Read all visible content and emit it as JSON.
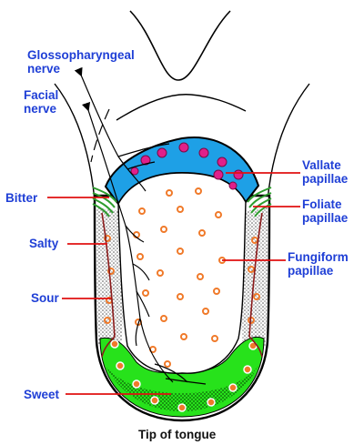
{
  "labels": {
    "glossopharyngeal_line1": "Glossopharyngeal",
    "glossopharyngeal_line2": "nerve",
    "facial_line1": "Facial",
    "facial_line2": "nerve",
    "bitter": "Bitter",
    "salty": "Salty",
    "sour": "Sour",
    "sweet": "Sweet",
    "vallate_line1": "Vallate",
    "vallate_line2": "papillae",
    "foliate_line1": "Foliate",
    "foliate_line2": "papillae",
    "fungiform_line1": "Fungiform",
    "fungiform_line2": "papillae",
    "tip": "Tip of tongue"
  },
  "colors": {
    "label_text": "#1f3fd6",
    "tip_text": "#111111",
    "leader_line": "#e01010",
    "outline": "#000000",
    "bitter_region": "#1ea0e6",
    "vallate_papillae": "#e0208a",
    "sweet_region": "#27e21b",
    "salty_sour_region": "#c8c8c8",
    "fungiform_papillae": "#f07a2a",
    "foliate_stripes": "#2e9d2e",
    "nerve_branches": "#000000",
    "salty_nerve": "#8b1a1a"
  }
}
